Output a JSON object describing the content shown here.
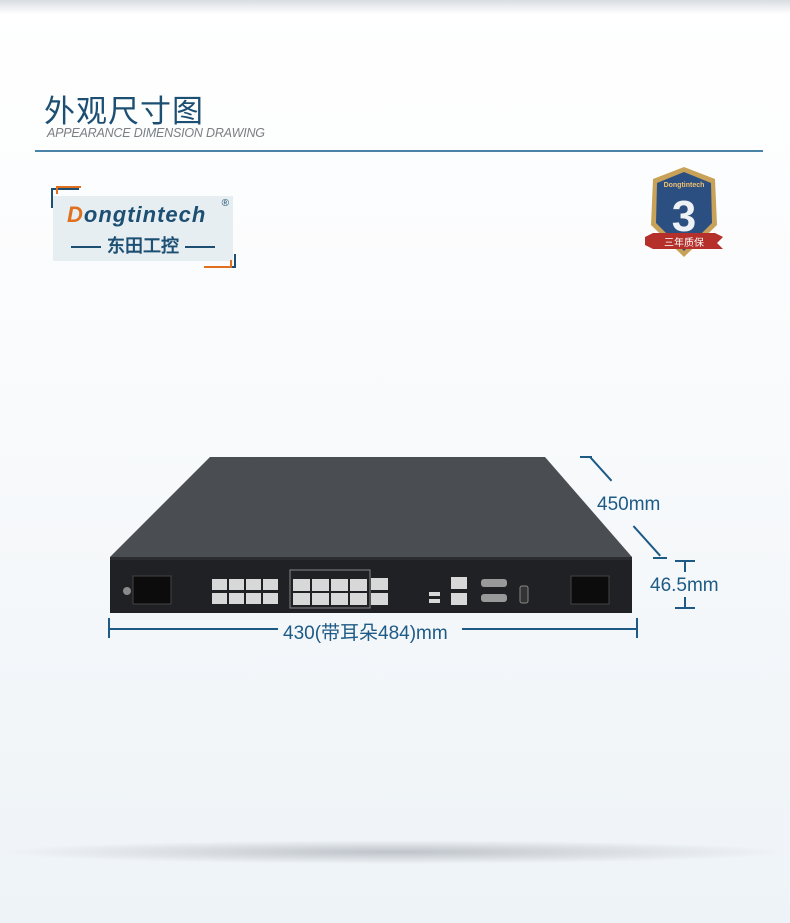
{
  "header": {
    "title": "外观尺寸图",
    "subtitle": "APPEARANCE DIMENSION DRAWING"
  },
  "logo": {
    "brand_initial": "D",
    "brand_rest": "ongtintech",
    "registered": "®",
    "chinese_name": "东田工控"
  },
  "warranty_badge": {
    "number": "3",
    "text": "三年质保",
    "brand": "Dongtintech"
  },
  "dimensions": {
    "depth": "450mm",
    "height": "46.5mm",
    "width": "430(带耳朵484)mm"
  },
  "colors": {
    "brand_blue": "#1d4f73",
    "accent_orange": "#e0701e",
    "dimension_blue": "#1d5a86"
  }
}
